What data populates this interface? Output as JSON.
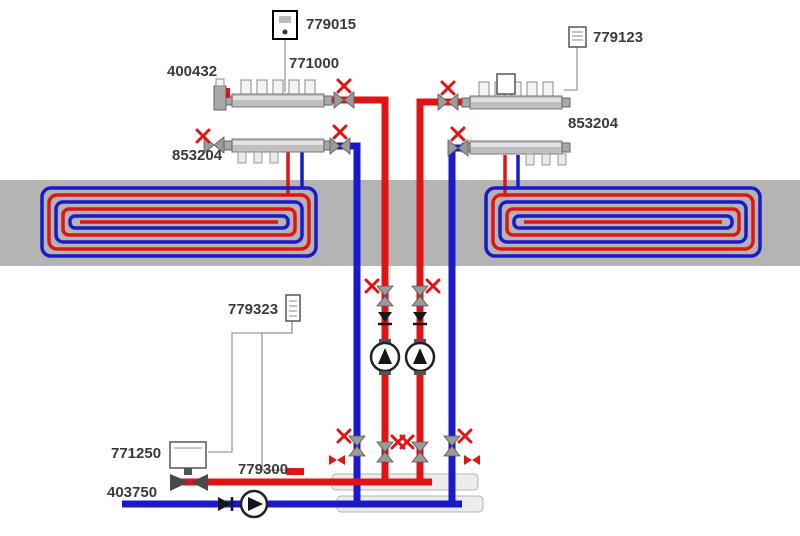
{
  "schematic": {
    "labels": {
      "thermostat_wiring_box": "779015",
      "manifold_left": "771000",
      "ball_valve_thermometer": "400432",
      "valve_set_left": "853204",
      "room_thermostat": "779123",
      "valve_set_right": "853204",
      "outdoor_controller": "779323",
      "actuator": "771250",
      "contact_sensor": "779300",
      "mixing_valve": "403750"
    },
    "colors": {
      "supply": "#e01414",
      "return": "#1a1ac8",
      "slab": "#b4b4b4",
      "label_text": "#3a3a3a"
    },
    "symbols": {
      "pump_icon": "circle-with-triangle",
      "check_valve_icon": "filled-triangle-with-seat",
      "shutoff_valve_icon": "bowtie-with-red-cross-handle",
      "mixing_valve_icon": "dark-three-way-body"
    }
  }
}
